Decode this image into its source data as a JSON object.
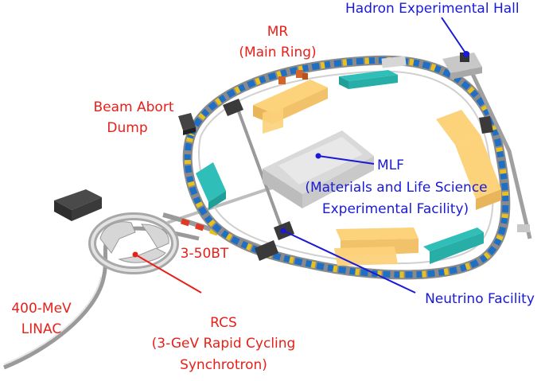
{
  "colors": {
    "facility_label": "#1a1ad6",
    "accelerator_label": "#e8201a",
    "building_orange": "#fcd27a",
    "building_teal": "#2fbfb8",
    "building_grey": "#cfcfcf",
    "ring_magnet_blue": "#1f6fc4",
    "ring_magnet_yellow": "#e8c020",
    "ring_magnet_red": "#e03a24"
  },
  "labels": {
    "hadron": "Hadron Experimental Hall",
    "mr_line1": "MR",
    "mr_line2": "(Main Ring)",
    "abort_line1": "Beam Abort",
    "abort_line2": "Dump",
    "mlf_line1": "MLF",
    "mlf_line2": "(Materials and Life Science",
    "mlf_line3": "Experimental Facility)",
    "bt": "3-50BT",
    "neutrino": "Neutrino Facility",
    "linac_line1": "400-MeV",
    "linac_line2": "LINAC",
    "rcs_line1": "RCS",
    "rcs_line2": "(3-GeV Rapid Cycling",
    "rcs_line3": "Synchrotron)"
  }
}
